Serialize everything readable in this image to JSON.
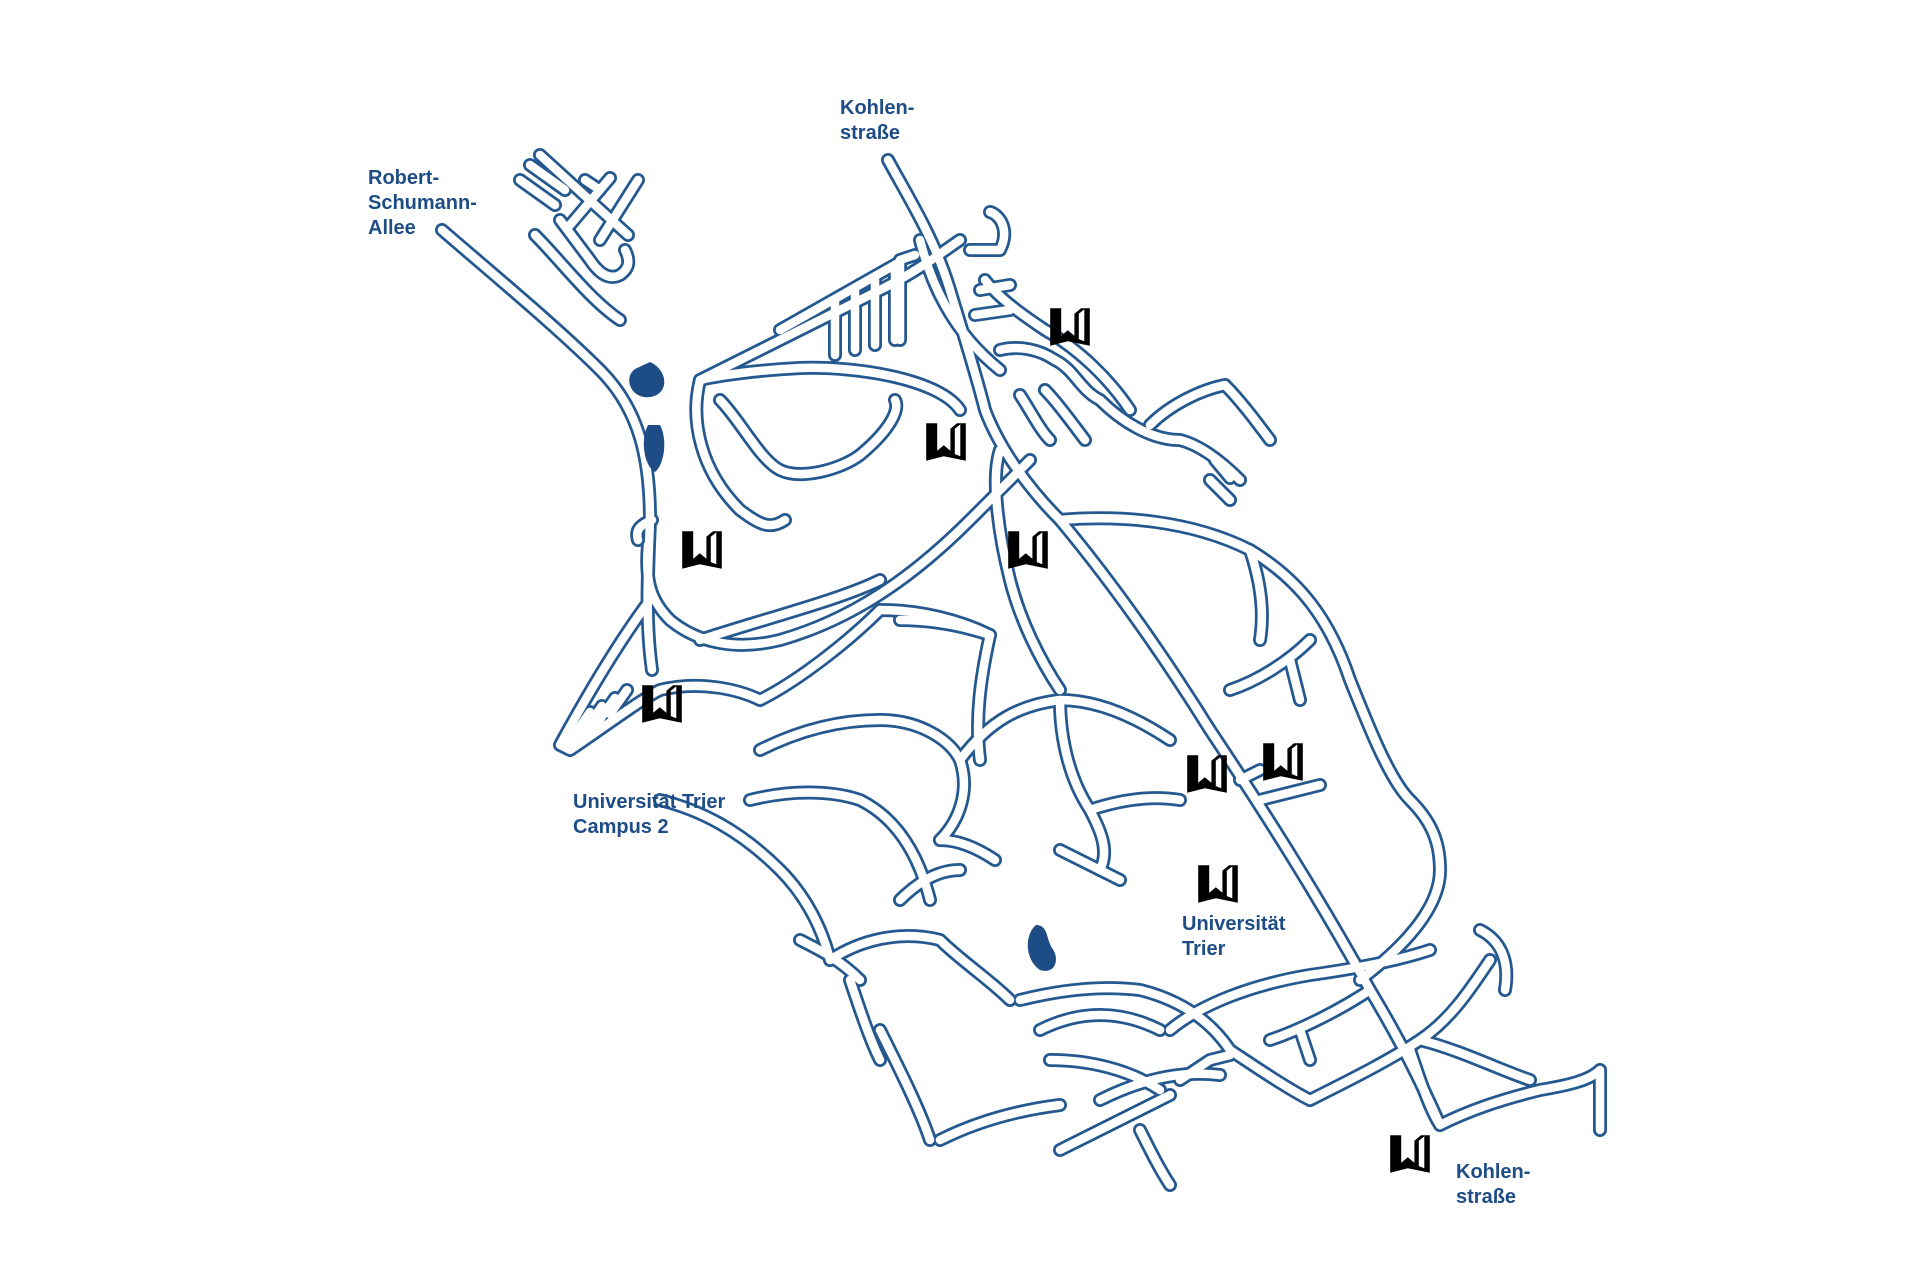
{
  "map": {
    "colors": {
      "road_outline": "#24588f",
      "road_fill": "#ffffff",
      "marker": "#1e4d86",
      "background": "#ffffff"
    },
    "labels": {
      "kohlenstrasse_north": [
        "Kohlen-",
        "straße"
      ],
      "robert_schumann": [
        "Robert-",
        "Schumann-",
        "Allee"
      ],
      "campus2": [
        "Universität Trier",
        "Campus 2"
      ],
      "uni_trier": [
        "Universität",
        "Trier"
      ],
      "kohlenstrasse_south": [
        "Kohlen-",
        "straße"
      ]
    },
    "marker_icon": "university-logo-icon",
    "marker_count": 9,
    "pond_count": 3
  }
}
